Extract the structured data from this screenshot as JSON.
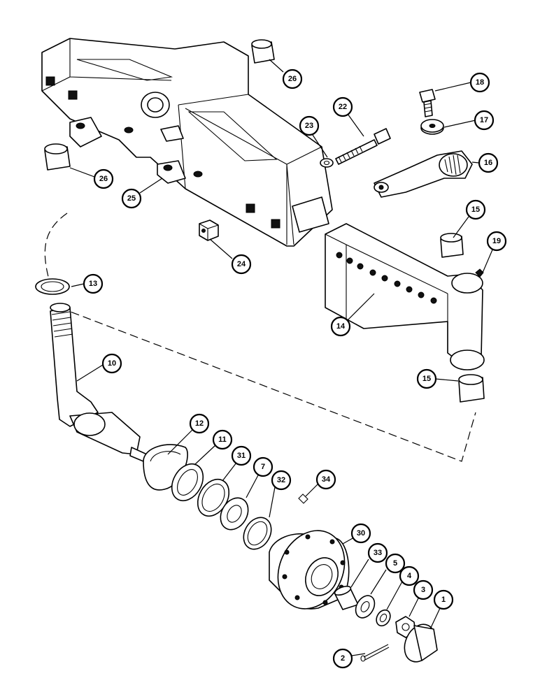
{
  "callouts": {
    "c1": "1",
    "c2": "2",
    "c3": "3",
    "c4": "4",
    "c5": "5",
    "c7": "7",
    "c10": "10",
    "c11": "11",
    "c12": "12",
    "c13": "13",
    "c14": "14",
    "c15a": "15",
    "c15b": "15",
    "c16": "16",
    "c17": "17",
    "c18": "18",
    "c19": "19",
    "c22": "22",
    "c23": "23",
    "c24": "24",
    "c25": "25",
    "c26a": "26",
    "c26b": "26",
    "c30": "30",
    "c31": "31",
    "c32": "32",
    "c33": "33",
    "c34": "34"
  }
}
